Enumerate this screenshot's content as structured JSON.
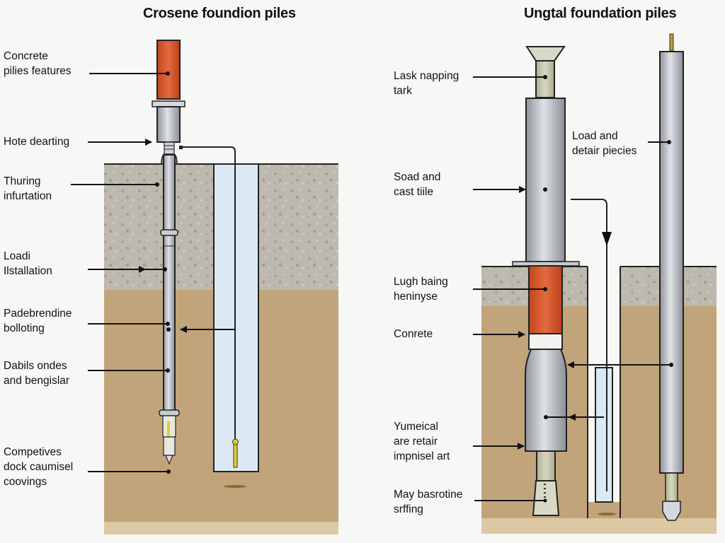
{
  "panels": [
    {
      "title": "Crosene foundion piles",
      "labels": [
        "Concrete\npilies features",
        "Hote dearting",
        "Thuring\ninfurtation",
        "Loadi\nIlstallation",
        "Padebrendine\nbolloting",
        "Dabils ondes\nand bengislar",
        "Competives\ndock caumisel\ncoovings"
      ]
    },
    {
      "title": "Ungtal foundation piles",
      "labels": [
        "Lask napping\ntark",
        "Load and\ndetair piecies",
        "Soad and\ncast tiile",
        "Lugh baing\nheninyse",
        "Conrete",
        "Yumeical\nare retair\nimpnisel art",
        "May basrotine\nsrffing"
      ]
    }
  ],
  "colors": {
    "background": "#f7f7f6",
    "steel": "#a9adb5",
    "steel_light": "#d6d9de",
    "orange": "#d2542b",
    "gravel": "#bdb8ad",
    "soil": "#c2a47a",
    "soil_base": "#dcc9a3",
    "water": "#dce9f5",
    "tan": "#c9c9b0",
    "yellow": "#e1cf2a"
  }
}
